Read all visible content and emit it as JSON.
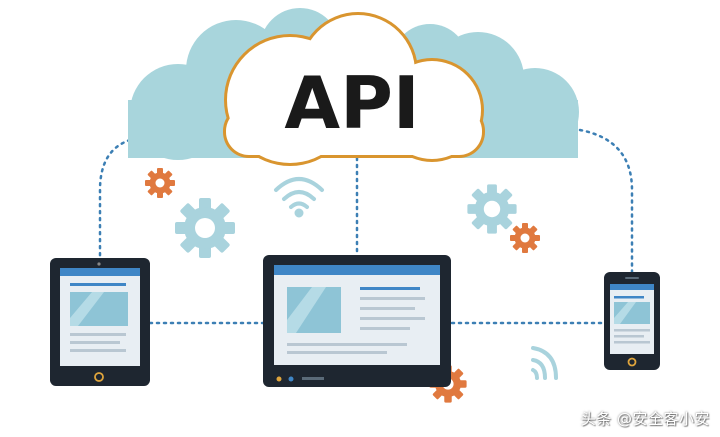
{
  "cloud": {
    "label": "API",
    "fill_color": "#a8d5dc",
    "main_fill": "#ffffff",
    "outline_color": "#d9952f"
  },
  "connectors": {
    "color": "#3c7fb4",
    "style": "dotted"
  },
  "devices": {
    "tablet": {
      "name": "tablet"
    },
    "laptop": {
      "name": "laptop"
    },
    "phone": {
      "name": "phone"
    }
  },
  "icons": {
    "gears": [
      "gear-icon-orange-small",
      "gear-icon-blue-large",
      "gear-icon-blue-right",
      "gear-icon-orange-right",
      "gear-icon-orange-bottom"
    ],
    "wifi": [
      "wifi-icon",
      "signal-waves-icon"
    ]
  },
  "colors": {
    "device_frame": "#1e2630",
    "screen": "#e8eef3",
    "screen_bar": "#3f86c6",
    "image_box": "#8ec4d6",
    "gear_blue": "#a9d3dd",
    "gear_orange": "#e0793f"
  },
  "watermark": {
    "text": "头条 @安全客小安"
  }
}
